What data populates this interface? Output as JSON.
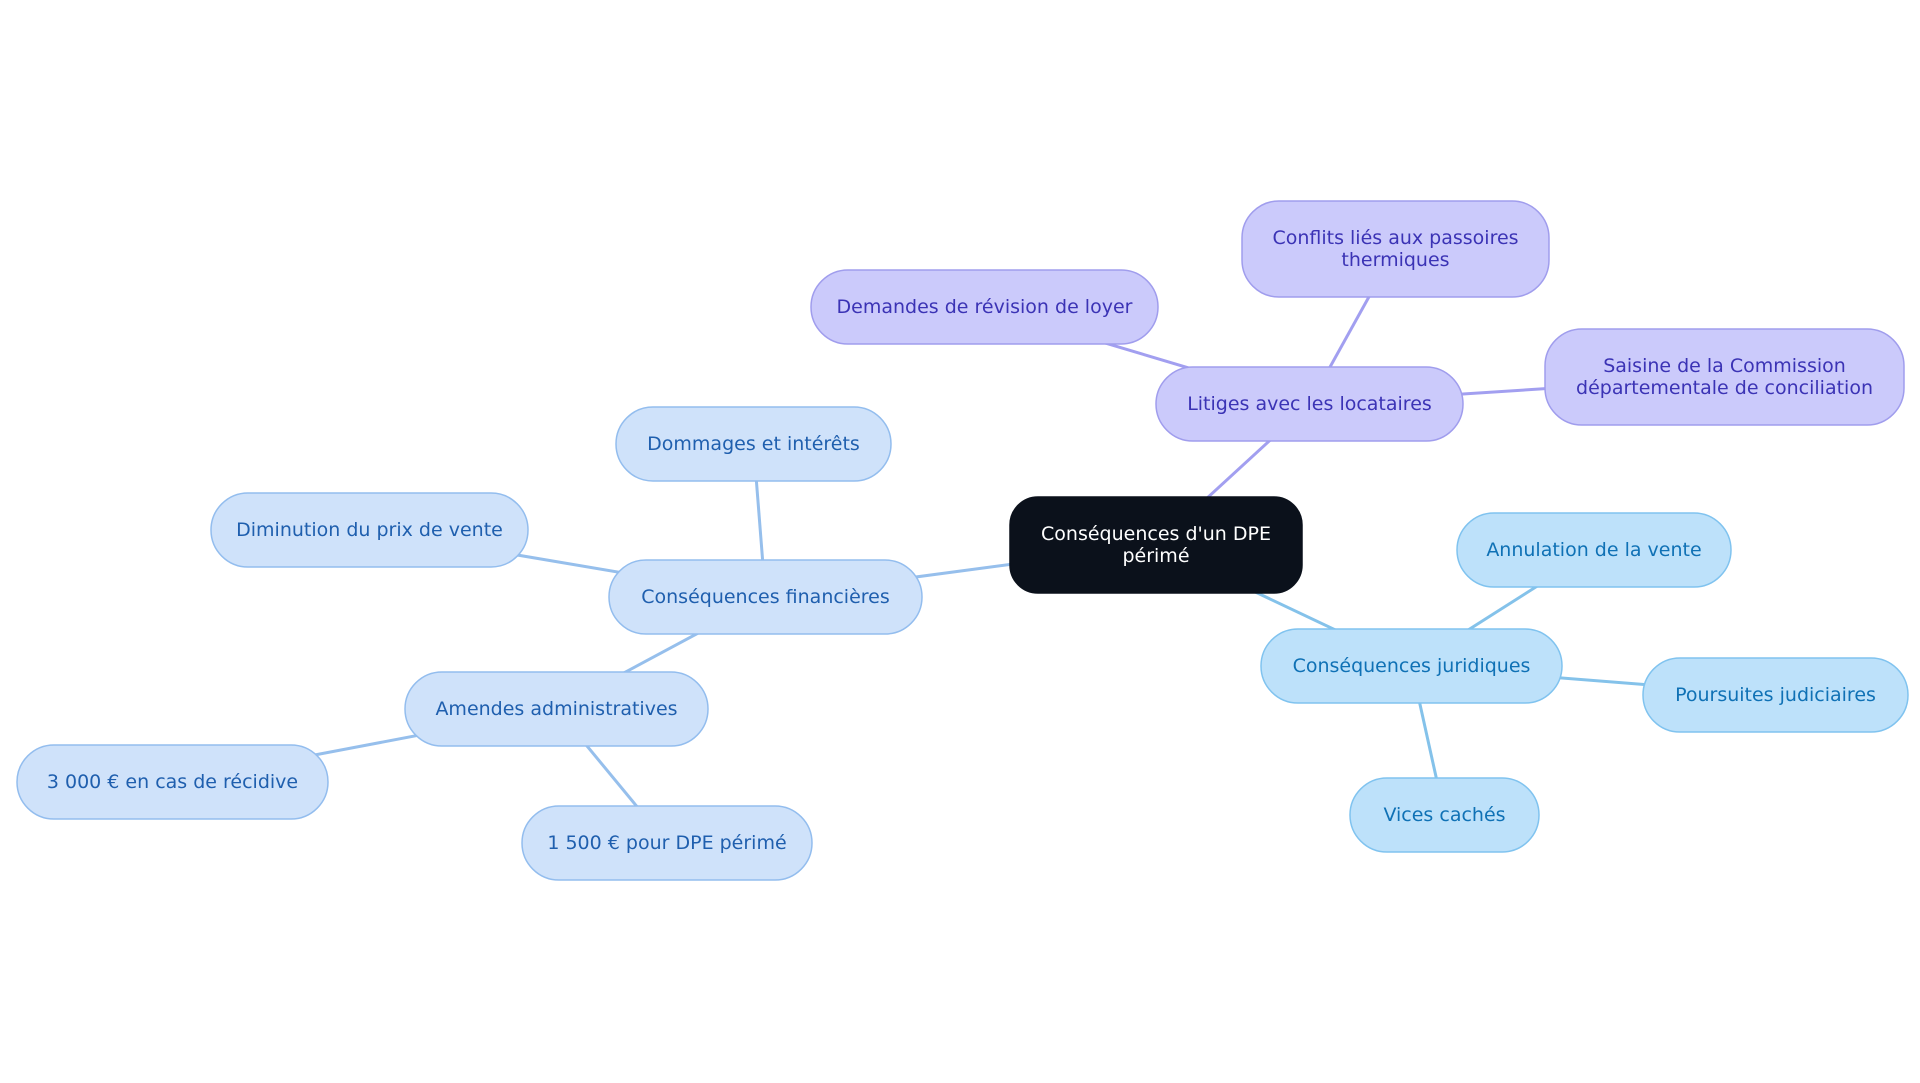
{
  "colors": {
    "root_fill": "#0b111b",
    "root_text": "#ffffff",
    "financial_fill": "#cfe2fa",
    "financial_stroke": "#93bdee",
    "financial_text": "#1f5fae",
    "financial_edge": "#96bfec",
    "tenant_fill": "#cbcafb",
    "tenant_stroke": "#a09ded",
    "tenant_text": "#3b33b5",
    "tenant_edge": "#a29ff0",
    "legal_fill": "#bde1fa",
    "legal_stroke": "#80c3ef",
    "legal_text": "#0f71b5",
    "legal_edge": "#84c2ea"
  },
  "nodes": {
    "root": {
      "label": [
        "Conséquences d'un DPE",
        "périmé"
      ],
      "group": "root"
    },
    "financial": {
      "label": [
        "Conséquences financières"
      ],
      "group": "financial"
    },
    "damages": {
      "label": [
        "Dommages et intérêts"
      ],
      "group": "financial"
    },
    "price_drop": {
      "label": [
        "Diminution du prix de vente"
      ],
      "group": "financial"
    },
    "fines": {
      "label": [
        "Amendes administratives"
      ],
      "group": "financial"
    },
    "fine_repeat": {
      "label": [
        "3 000 € en cas de récidive"
      ],
      "group": "financial"
    },
    "fine_expired": {
      "label": [
        "1 500 € pour DPE périmé"
      ],
      "group": "financial"
    },
    "tenants": {
      "label": [
        "Litiges avec les locataires"
      ],
      "group": "tenant"
    },
    "rent_review": {
      "label": [
        "Demandes de révision de loyer"
      ],
      "group": "tenant"
    },
    "thermal": {
      "label": [
        "Conflits liés aux passoires",
        "thermiques"
      ],
      "group": "tenant"
    },
    "commission": {
      "label": [
        "Saisine de la Commission",
        "départementale de conciliation"
      ],
      "group": "tenant"
    },
    "legal": {
      "label": [
        "Conséquences juridiques"
      ],
      "group": "legal"
    },
    "cancel_sale": {
      "label": [
        "Annulation de la vente"
      ],
      "group": "legal"
    },
    "lawsuits": {
      "label": [
        "Poursuites judiciaires"
      ],
      "group": "legal"
    },
    "hidden_defects": {
      "label": [
        "Vices cachés"
      ],
      "group": "legal"
    }
  },
  "edges": [
    [
      "root",
      "financial"
    ],
    [
      "financial",
      "damages"
    ],
    [
      "financial",
      "price_drop"
    ],
    [
      "financial",
      "fines"
    ],
    [
      "fines",
      "fine_repeat"
    ],
    [
      "fines",
      "fine_expired"
    ],
    [
      "root",
      "tenants"
    ],
    [
      "tenants",
      "rent_review"
    ],
    [
      "tenants",
      "thermal"
    ],
    [
      "tenants",
      "commission"
    ],
    [
      "root",
      "legal"
    ],
    [
      "legal",
      "cancel_sale"
    ],
    [
      "legal",
      "lawsuits"
    ],
    [
      "legal",
      "hidden_defects"
    ]
  ]
}
